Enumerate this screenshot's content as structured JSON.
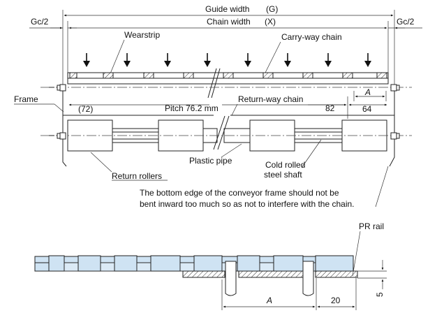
{
  "labels": {
    "guide_width": "Guide width",
    "guide_width_symbol": "(G)",
    "chain_width": "Chain width",
    "chain_width_symbol": "(X)",
    "gc_left": "Gc/2",
    "gc_right": "Gc/2",
    "wearstrip": "Wearstrip",
    "carry_way_chain": "Carry-way chain",
    "frame": "Frame",
    "return_way_chain": "Return-way chain",
    "dim_72": "(72)",
    "pitch": "Pitch 76.2 mm",
    "dim_82": "82",
    "dim_a_top": "A",
    "dim_64": "64",
    "plastic_pipe": "Plastic pipe",
    "return_rollers": "Return rollers",
    "cold_rolled_line1": "Cold rolled",
    "cold_rolled_line2": "steel shaft",
    "note_line1": "The bottom edge of the conveyor frame should not be",
    "note_line2": "bent inward too much so as not to interfere with the chain.",
    "pr_rail": "PR rail",
    "dim_a_bottom": "A",
    "dim_20": "20",
    "dim_5": "5"
  },
  "colors": {
    "chain_fill": "#cfe3f3",
    "line": "#222222"
  }
}
